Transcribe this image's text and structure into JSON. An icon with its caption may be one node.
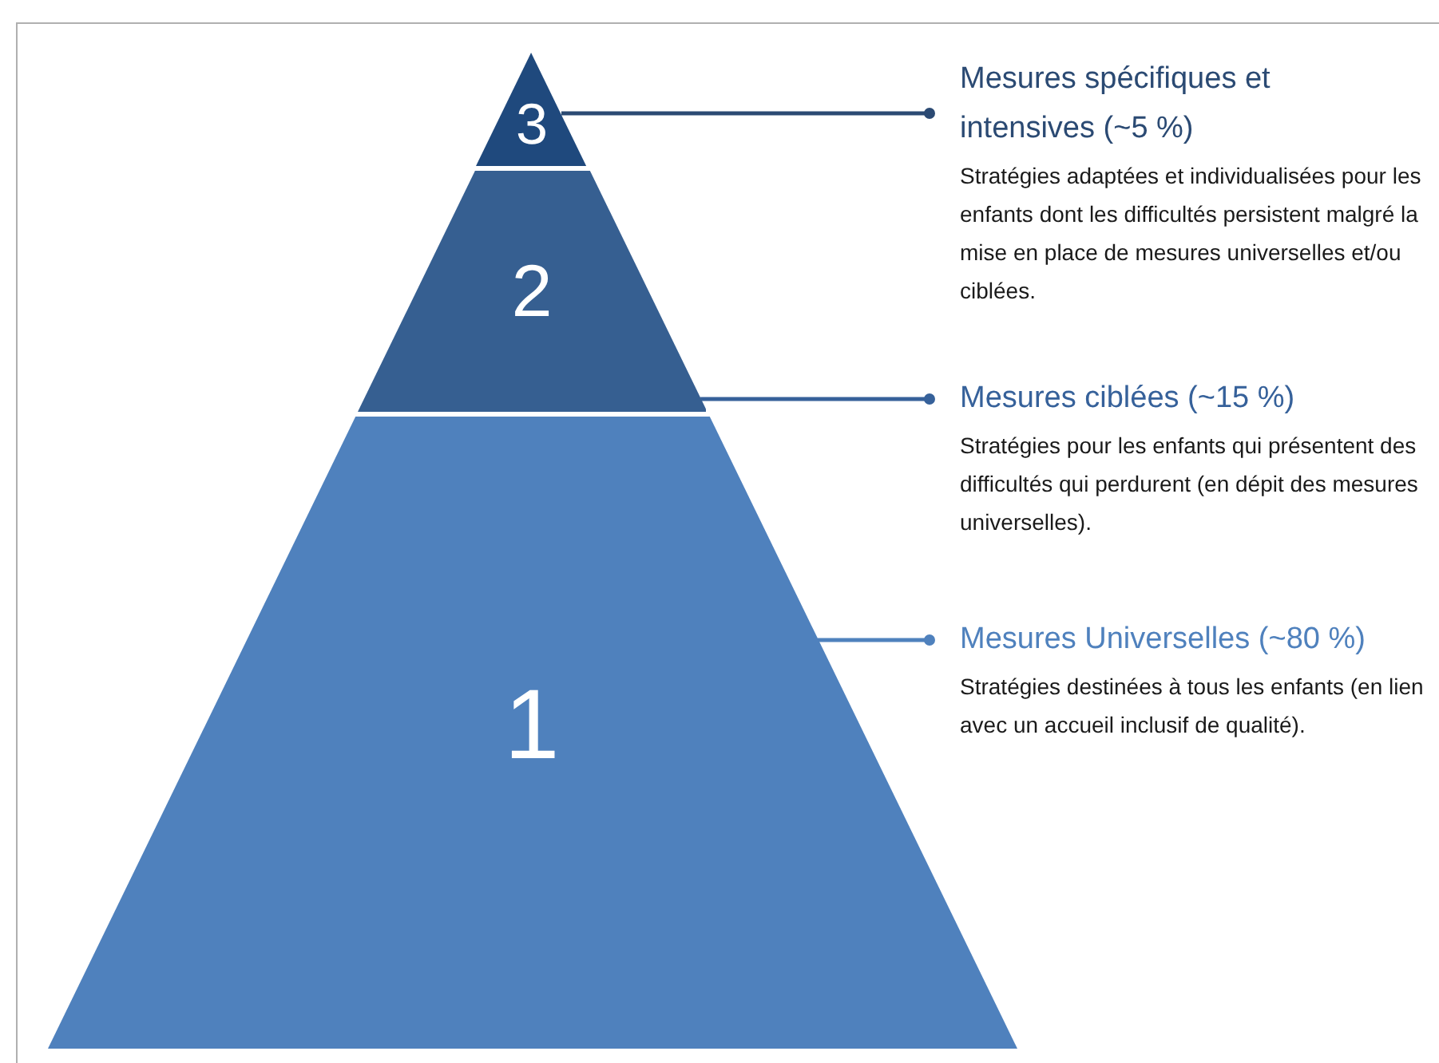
{
  "diagram": {
    "nodes": [
      {
        "text": [
          "3"
        ]
      },
      {
        "text": [
          "Mesures spécifiques et intensives (~5 %)",
          "Stratégies adaptées et individualisées pour les enfants dont les difficultés persistent malgré la mise en place de mesures universelles et/ou ciblées."
        ]
      },
      {
        "text": [
          "2"
        ]
      },
      {
        "text": [
          "Mesures ciblées (~15 %)",
          "Stratégies pour les enfants qui présentent des difficultés qui perdurent (en dépit des mesures universelles)."
        ]
      },
      {
        "text": [
          "1"
        ]
      },
      {
        "text": [
          "Mesures Universelles (~80 %)",
          "Stratégies destinées à tous les enfants (en lien avec un accueil inclusif de qualité)."
        ]
      }
    ],
    "edges": [
      {
        "from": 0,
        "to": 1,
        "arrow": "other",
        "color": "#2b4a73"
      },
      {
        "from": 2,
        "to": 3,
        "arrow": "other",
        "color": "#36619a"
      },
      {
        "from": 4,
        "to": 5,
        "arrow": "other",
        "color": "#4f81bd"
      }
    ]
  }
}
